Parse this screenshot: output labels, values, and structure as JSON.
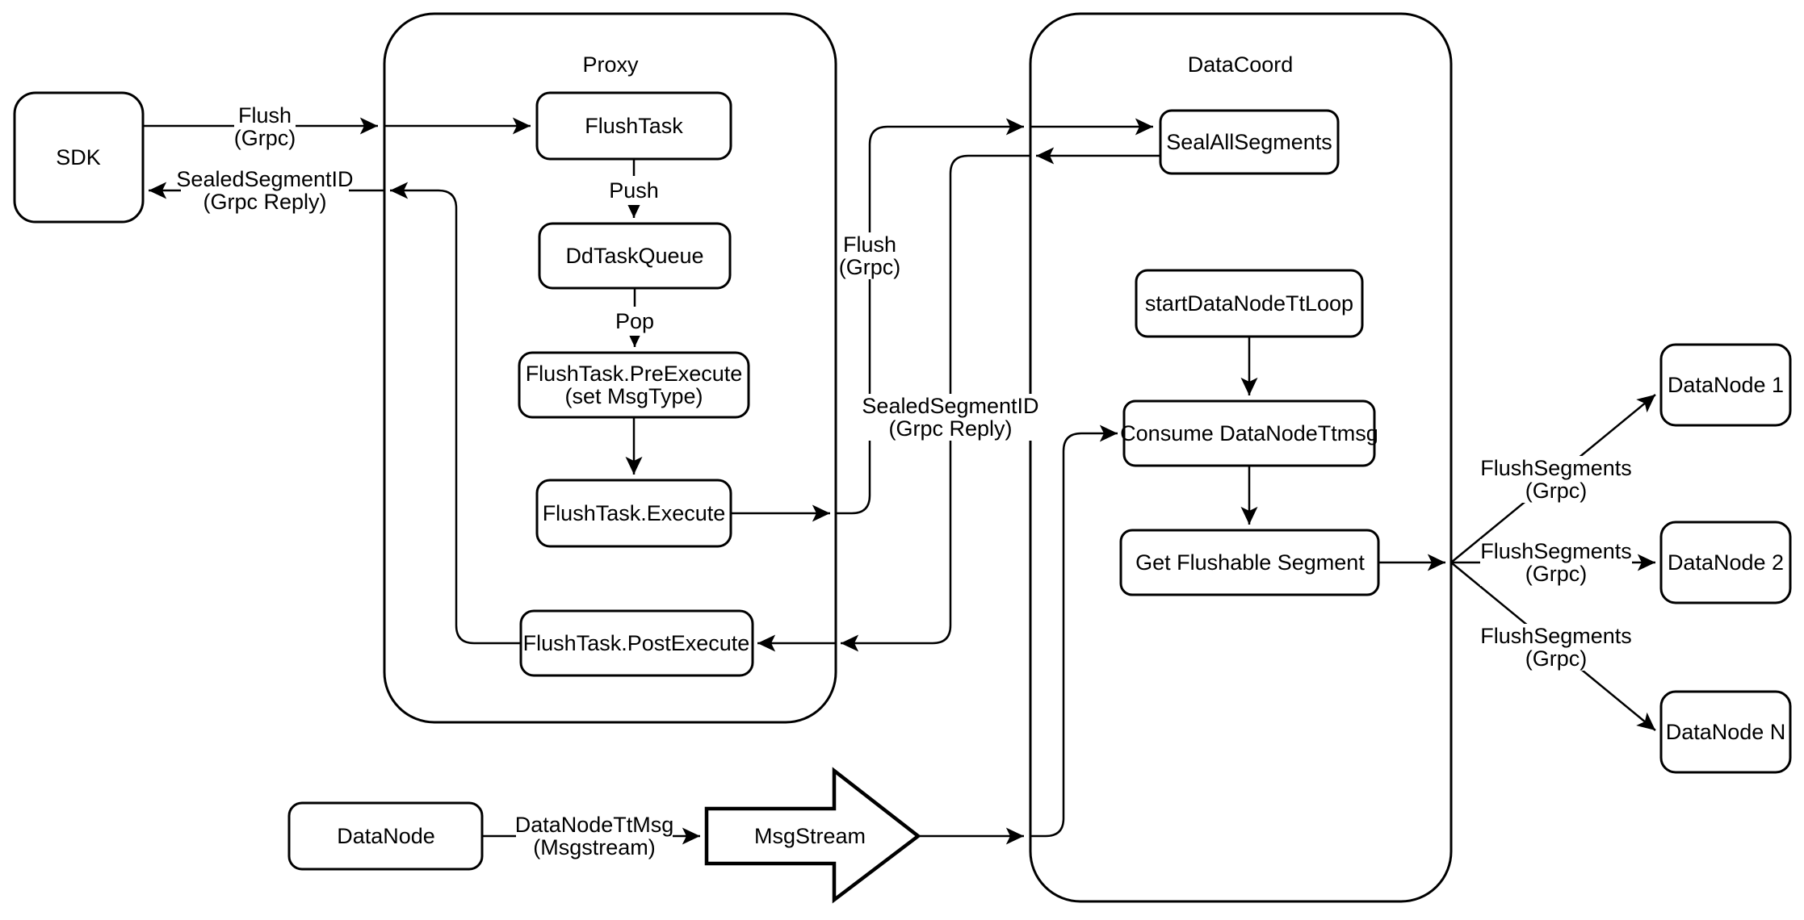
{
  "diagram": {
    "type": "flowchart",
    "colors": {
      "stroke": "#000000",
      "node_fill": "#ffffff",
      "background": "#ffffff",
      "text": "#000000"
    },
    "containers": {
      "proxy": {
        "label": "Proxy"
      },
      "datacoord": {
        "label": "DataCoord"
      }
    },
    "nodes": {
      "sdk": {
        "label": "SDK"
      },
      "flush_task": {
        "label": "FlushTask"
      },
      "dd_task_queue": {
        "label": "DdTaskQueue"
      },
      "pre_execute": {
        "line1": "FlushTask.PreExecute",
        "line2": "(set MsgType)"
      },
      "execute": {
        "label": "FlushTask.Execute"
      },
      "post_execute": {
        "label": "FlushTask.PostExecute"
      },
      "seal_all_segments": {
        "label": "SealAllSegments"
      },
      "start_data_node_tt_loop": {
        "label": "startDataNodeTtLoop"
      },
      "consume_data_node_ttmsg": {
        "label": "Consume DataNodeTtmsg"
      },
      "get_flushable_segment": {
        "label": "Get Flushable Segment"
      },
      "data_node_1": {
        "label": "DataNode 1"
      },
      "data_node_2": {
        "label": "DataNode 2"
      },
      "data_node_n": {
        "label": "DataNode N"
      },
      "data_node": {
        "label": "DataNode"
      },
      "msg_stream": {
        "label": "MsgStream"
      }
    },
    "edge_labels": {
      "flush_sdk_proxy": {
        "line1": "Flush",
        "line2": "(Grpc)"
      },
      "sealed_proxy_sdk": {
        "line1": "SealedSegmentID",
        "line2": "(Grpc Reply)"
      },
      "push": {
        "label": "Push"
      },
      "pop": {
        "label": "Pop"
      },
      "flush_proxy_datacoord": {
        "line1": "Flush",
        "line2": "(Grpc)"
      },
      "sealed_datacoord_proxy": {
        "line1": "SealedSegmentID",
        "line2": "(Grpc Reply)"
      },
      "flush_segments_1": {
        "line1": "FlushSegments",
        "line2": "(Grpc)"
      },
      "flush_segments_2": {
        "line1": "FlushSegments",
        "line2": "(Grpc)"
      },
      "flush_segments_3": {
        "line1": "FlushSegments",
        "line2": "(Grpc)"
      },
      "data_node_tt_msg": {
        "line1": "DataNodeTtMsg",
        "line2": "(Msgstream)"
      }
    }
  }
}
